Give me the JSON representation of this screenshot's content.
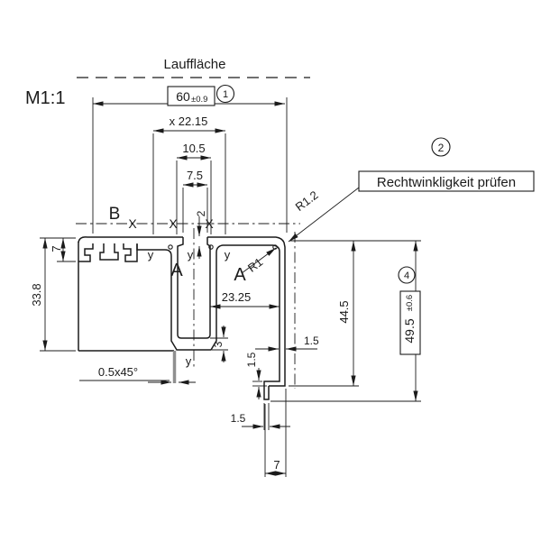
{
  "drawing": {
    "scale": "M1:1",
    "surface": "Lauffläche",
    "note": "Rechtwinkligkeit prüfen",
    "balloon1": "1",
    "balloon2": "2",
    "balloon4": "4",
    "dim_width_main": "60",
    "dim_width_tol": "±0.9",
    "dim_x_span": "x 22.15",
    "dim_slot_outer": "10.5",
    "dim_slot_neck": "7.5",
    "dim_neck_depth": "2",
    "dim_groove_depth": "7",
    "dim_left_height": "33.8",
    "dim_chamfer": "0.5x45°",
    "dim_inner_width": "23.25",
    "dim_wall_thk": "1.5",
    "dim_plate_thk": "1.5",
    "dim_tab_thk": "1.5",
    "dim_floor_thk": "3",
    "dim_foot_width": "7",
    "dim_height_inner": "44.5",
    "dim_height_outer_main": "49.5",
    "dim_height_outer_tol": "±0.6",
    "radius_inner": "R1",
    "radius_corner": "R1.2",
    "label_A1": "A",
    "label_A2": "A",
    "label_B": "B",
    "mark_x1": "X",
    "mark_x2": "X",
    "mark_x3": "X",
    "axis_y1": "y",
    "axis_y2": "y",
    "axis_y3": "y",
    "axis_y4": "y"
  }
}
